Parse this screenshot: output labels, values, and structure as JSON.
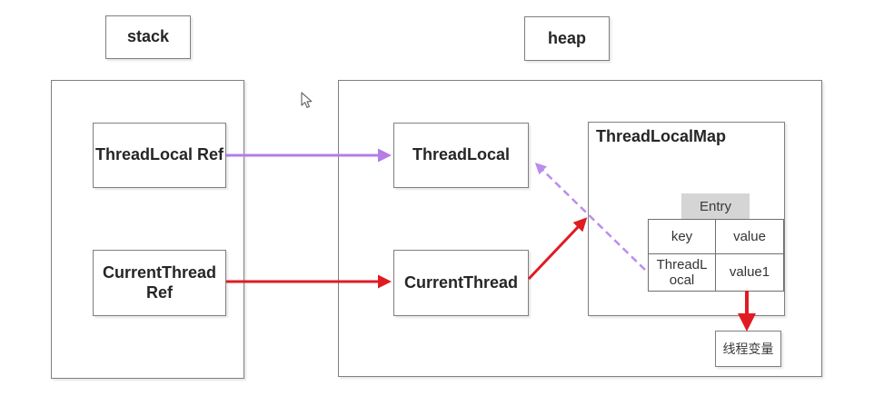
{
  "diagram": {
    "stack_label": "stack",
    "heap_label": "heap",
    "stack_region": {
      "threadlocal_ref_label": "ThreadLocal Ref",
      "currentthread_ref_label": "CurrentThread Ref"
    },
    "heap_region": {
      "threadlocal_label": "ThreadLocal",
      "currentthread_label": "CurrentThread",
      "threadlocalmap": {
        "title": "ThreadLocalMap",
        "entry_label": "Entry",
        "table": {
          "headers": [
            "key",
            "value"
          ],
          "rows": [
            [
              "ThreadL\nocal",
              "value1"
            ]
          ]
        }
      },
      "thread_variable_label": "线程变量"
    },
    "arrows": [
      {
        "id": "threadlocalref-to-threadlocal",
        "color": "purple",
        "style": "solid"
      },
      {
        "id": "currentthreadref-to-currentthread",
        "color": "red",
        "style": "solid"
      },
      {
        "id": "currentthread-to-threadlocalmap",
        "color": "red",
        "style": "solid"
      },
      {
        "id": "entry-key-to-threadlocal",
        "color": "purple",
        "style": "dashed"
      },
      {
        "id": "value1-to-thread-variable",
        "color": "red",
        "style": "solid"
      }
    ],
    "colors": {
      "purple": "#b47ce8",
      "purple_dashed": "#bb8cee",
      "red": "#e01b22",
      "border": "#7f7f7f",
      "entry_bg": "#d5d5d5",
      "text": "#262626"
    }
  }
}
